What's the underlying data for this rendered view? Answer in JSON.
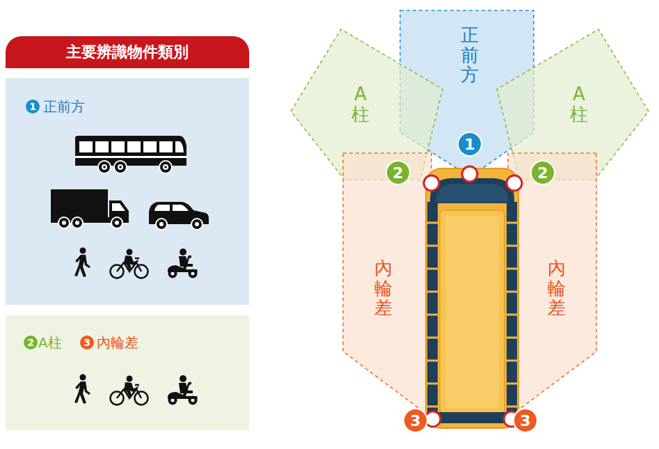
{
  "diagram": {
    "title": "主要辨識物件類別",
    "nodes": [
      {
        "text": [
          "正前方"
        ]
      },
      {
        "text": [
          "A柱",
          "內輪差"
        ]
      },
      {
        "text": [
          "正前方"
        ]
      },
      {
        "text": [
          "A柱"
        ]
      },
      {
        "text": [
          "A柱"
        ]
      },
      {
        "text": [
          "內輪差"
        ]
      },
      {
        "text": [
          "內輪差"
        ]
      }
    ],
    "labels": [
      "1",
      "2",
      "3",
      "1",
      "2",
      "2",
      "3",
      "3"
    ]
  }
}
